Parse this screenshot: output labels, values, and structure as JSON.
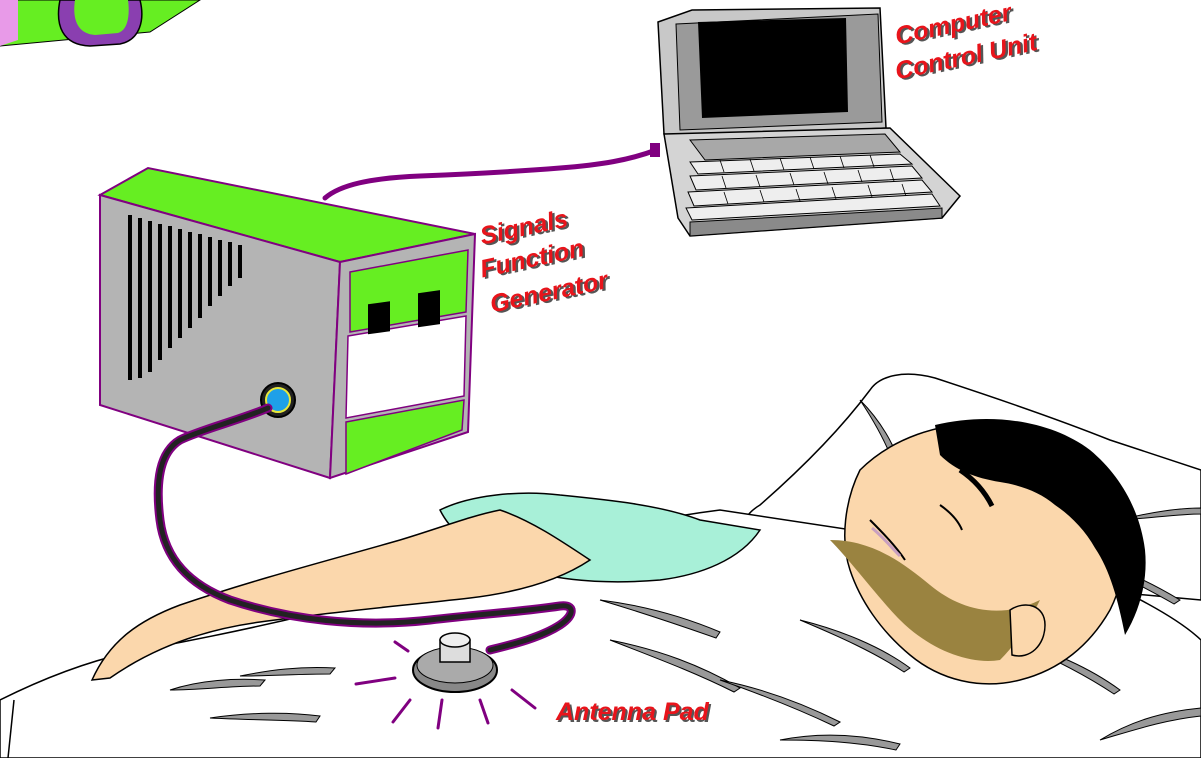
{
  "labels": {
    "computer_line1": "Computer",
    "computer_line2": "Control Unit",
    "generator_line1": "Signals",
    "generator_line2": "Function",
    "generator_line3": "Generator",
    "antenna": "Antenna Pad"
  },
  "colors": {
    "label_red": "#e8141b",
    "device_green": "#66ee22",
    "device_gray": "#b4b4b4",
    "cable_purple": "#800080",
    "patient_skin": "#fbd7ac",
    "gown_mint": "#a8f0d8",
    "knob_blue": "#1ea0e8",
    "hair_black": "#000000",
    "shadow_olive": "#9a8340"
  }
}
